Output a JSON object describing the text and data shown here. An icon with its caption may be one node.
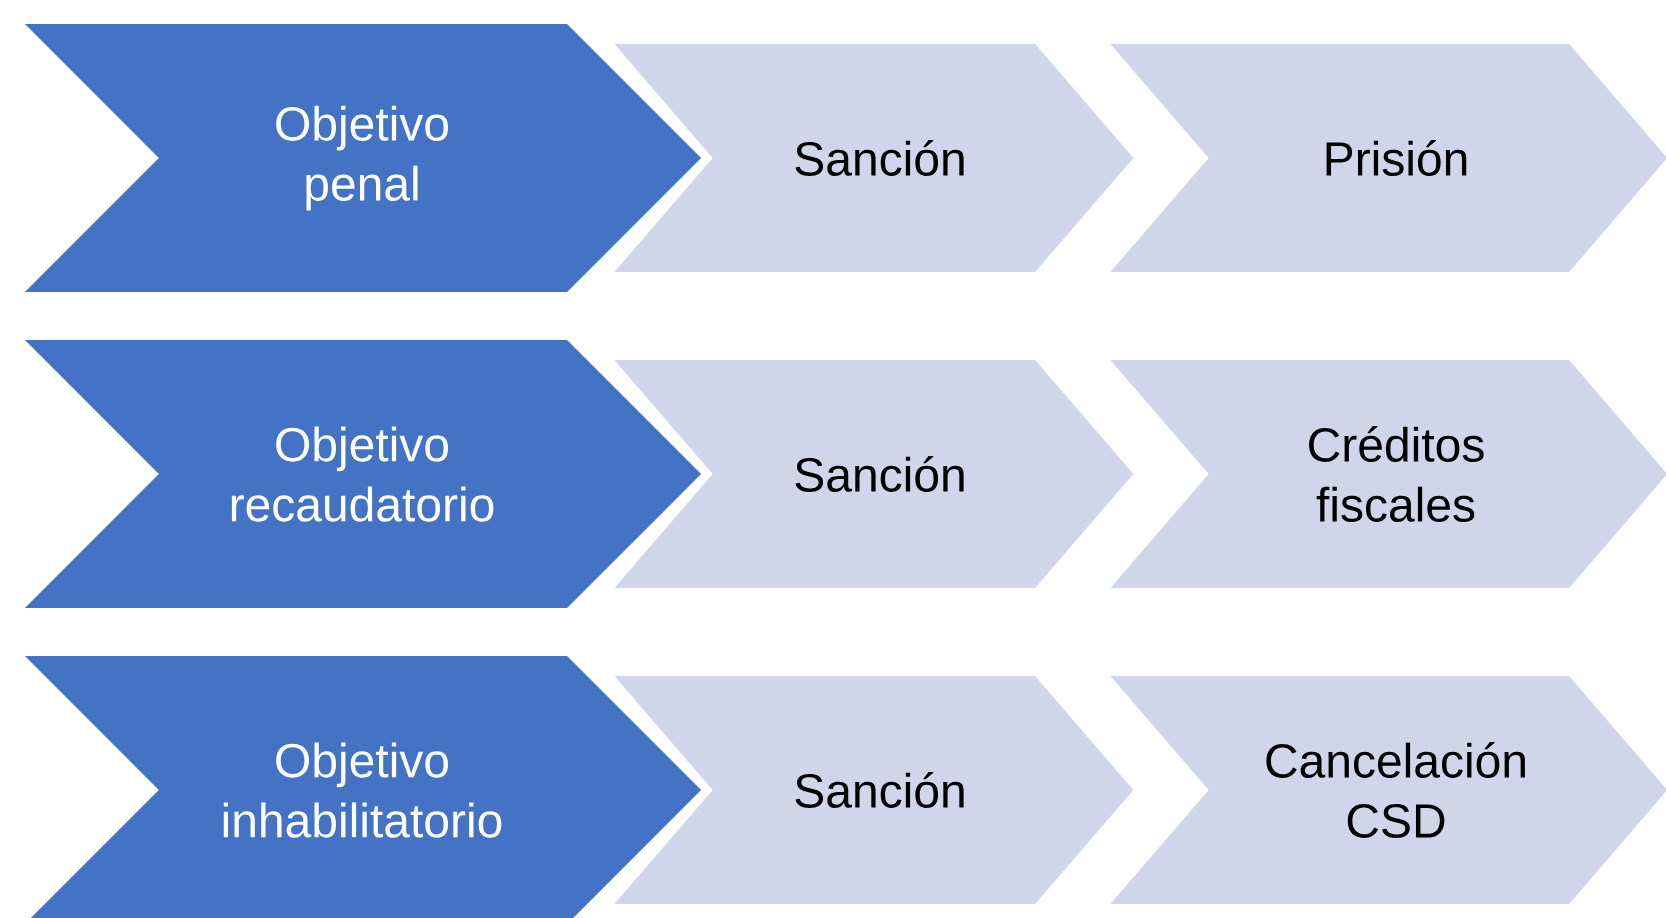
{
  "diagram": {
    "nodes": [
      {
        "text": [
          "Objetivo penal"
        ]
      },
      {
        "text": [
          "Sanción"
        ]
      },
      {
        "text": [
          "Prisión"
        ]
      },
      {
        "text": [
          "Objetivo recaudatorio"
        ]
      },
      {
        "text": [
          "Sanción"
        ]
      },
      {
        "text": [
          "Créditos fiscales"
        ]
      },
      {
        "text": [
          "Objetivo inhabilitatorio"
        ]
      },
      {
        "text": [
          "Sanción"
        ]
      },
      {
        "text": [
          "Cancelación CSD"
        ]
      }
    ]
  }
}
